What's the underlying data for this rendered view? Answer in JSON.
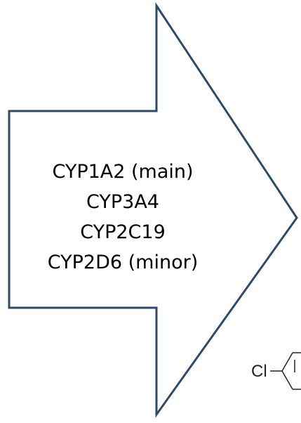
{
  "arrow": {
    "enzymes": [
      "CYP1A2 (main)",
      "CYP3A4",
      "CYP2C19",
      "CYP2D6 (minor)"
    ],
    "border_color": "#2e4a6b",
    "fill_color": "#ffffff"
  },
  "molecule_fragment": {
    "atom_label": "Cl"
  }
}
